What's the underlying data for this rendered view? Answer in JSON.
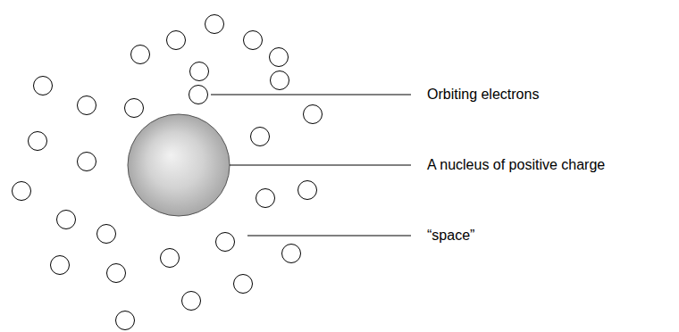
{
  "diagram": {
    "labels": [
      "Orbiting electrons",
      "A nucleus of positive charge",
      "“space”"
    ]
  }
}
